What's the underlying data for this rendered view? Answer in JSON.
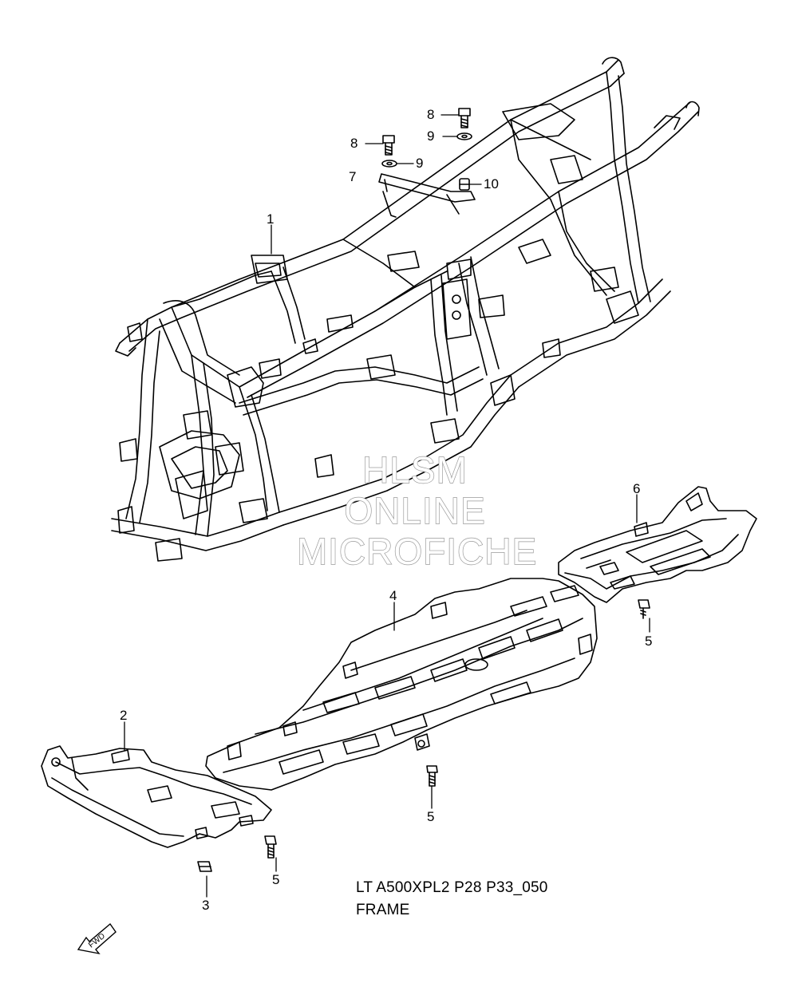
{
  "watermark": {
    "line1": "HLSM",
    "line2": "ONLINE",
    "line3": "MICROFICHE"
  },
  "callouts": {
    "c1": "1",
    "c2": "2",
    "c3": "3",
    "c4": "4",
    "c5a": "5",
    "c5b": "5",
    "c5c": "5",
    "c6": "6",
    "c7": "7",
    "c8a": "8",
    "c8b": "8",
    "c9a": "9",
    "c9b": "9",
    "c10": "10"
  },
  "caption": {
    "code": "LT A500XPL2 P28 P33_050",
    "title": "FRAME"
  },
  "fwd_arrow": {
    "label": "FWD",
    "icon": "fwd-arrow-icon"
  },
  "colors": {
    "line": "#000000",
    "watermark_stroke": "#9a9a9a",
    "background": "#ffffff"
  }
}
